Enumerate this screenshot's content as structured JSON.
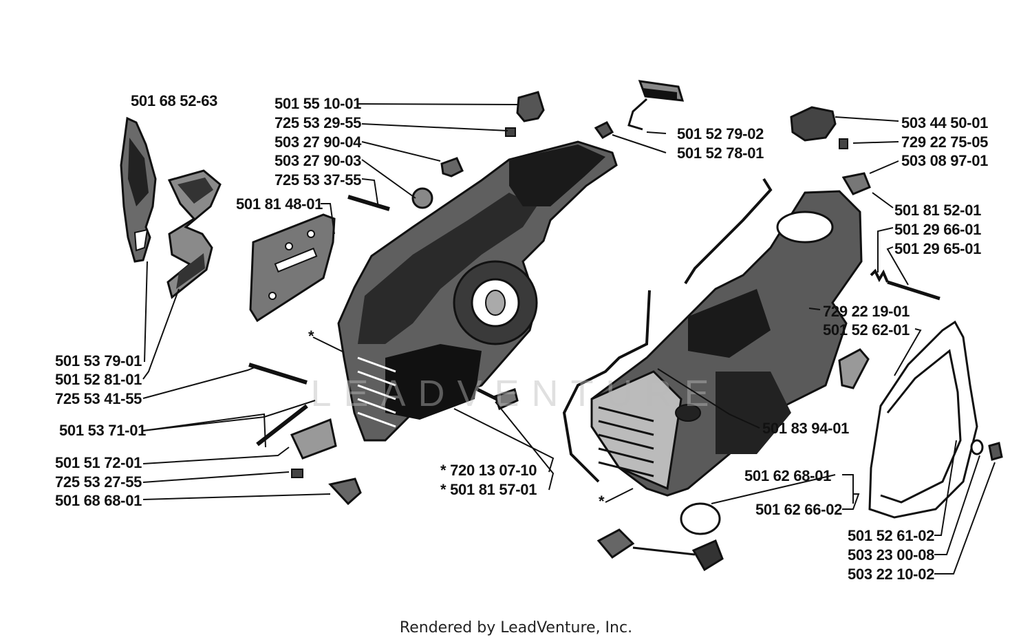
{
  "footer": "Rendered by LeadVenture, Inc.",
  "watermark": "LEADVENTURE",
  "labels": {
    "p501685263": "501 68 52-63",
    "p501551001": "501 55 10-01",
    "p725532955": "725 53 29-55",
    "p503279004": "503 27 90-04",
    "p503279003": "503 27 90-03",
    "p725533755": "725 53 37-55",
    "p501814801": "501 81 48-01",
    "p501527902": "501 52 79-02",
    "p501527801": "501 52 78-01",
    "p503445001": "503 44 50-01",
    "p729227505": "729 22 75-05",
    "p503089701": "503 08 97-01",
    "p501815201": "501 81 52-01",
    "p501296601": "501 29 66-01",
    "p501296501": "501 29 65-01",
    "p729221901": "729 22 19-01",
    "p501526201": "501 52 62-01",
    "p501537901": "501 53 79-01",
    "p501528101": "501 52 81-01",
    "p725534155": "725 53 41-55",
    "p501537101": "501 53 71-01",
    "p501517201": "501 51 72-01",
    "p725532755": "725 53 27-55",
    "p501686801": "501 68 68-01",
    "p720130710": "*  720 13 07-10",
    "p501815701": "*  501 81 57-01",
    "p501839401": "501 83 94-01",
    "p501626801": "501 62 68-01",
    "p501626602": "501 62 66-02",
    "p501526102": "501 52 61-02",
    "p503230008": "503 23 00-08",
    "p503221002": "503 22 10-02",
    "star1": "*",
    "star2": "*"
  }
}
